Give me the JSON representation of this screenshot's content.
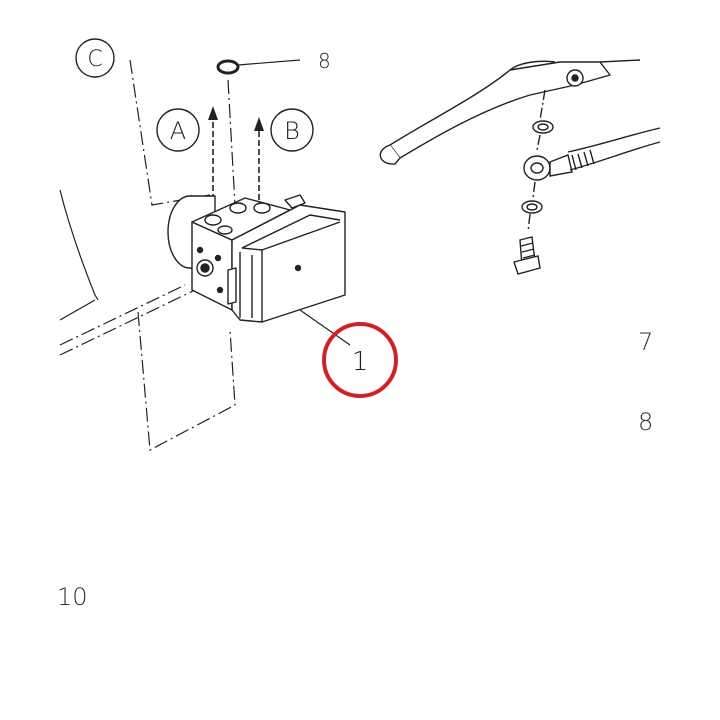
{
  "diagram": {
    "callouts": {
      "c_label": "C",
      "a_label": "A",
      "b_label": "B",
      "part_label": "1",
      "top_ref_label": "8"
    },
    "highlight_color": "#d0202a",
    "line_color": "#222222"
  },
  "page_numbers": {
    "n7": "7",
    "n8": "8",
    "n10": "10"
  }
}
